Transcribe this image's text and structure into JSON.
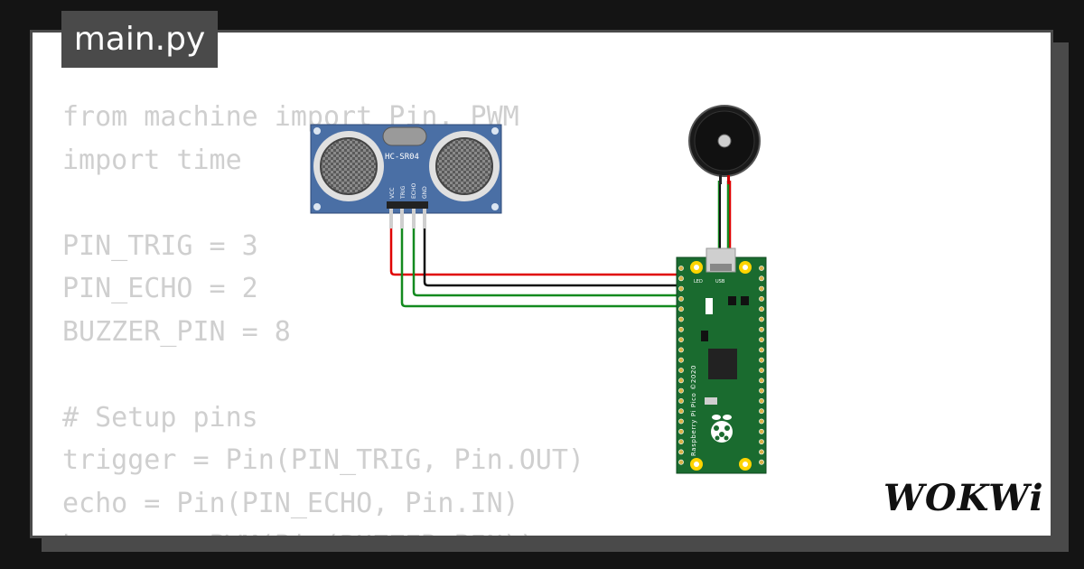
{
  "file_tab": {
    "label": "main.py"
  },
  "code_lines": [
    "from machine import Pin, PWM",
    "import time",
    "",
    "PIN_TRIG = 3",
    "PIN_ECHO = 2",
    "BUZZER_PIN = 8",
    "",
    "# Setup pins",
    "trigger = Pin(PIN_TRIG, Pin.OUT)",
    "echo = Pin(PIN_ECHO, Pin.IN)",
    "buzzer = PWM(Pin(BUZZER_PIN))"
  ],
  "sensor": {
    "model": "HC-SR04",
    "pins": [
      "VCC",
      "TRIG",
      "ECHO",
      "GND"
    ]
  },
  "board": {
    "label": "Raspberry Pi Pico ©2020",
    "led_label": "LED",
    "usb_label": "USB"
  },
  "brand": {
    "logo": "WOKWi"
  },
  "colors": {
    "sensor_board": "#4a6fa5",
    "pico_board": "#1a6b2f",
    "wire_red": "#e00000",
    "wire_black": "#111111",
    "wire_green": "#138a1f",
    "code_text": "#cfcfcf",
    "tab_bg": "#4a4a4a"
  }
}
